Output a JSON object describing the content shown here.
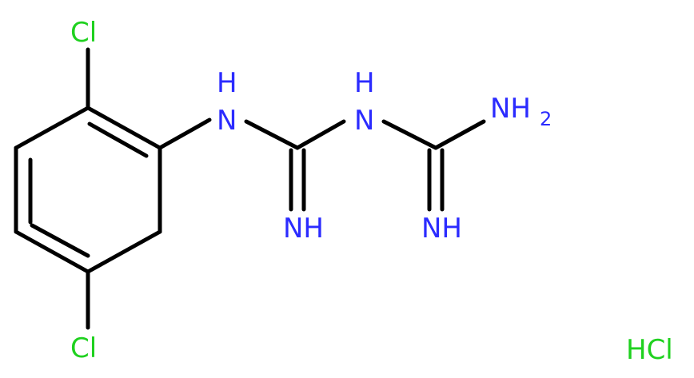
{
  "colors": {
    "bond": "#000000",
    "chlorine": "#1fd11f",
    "nitrogen": "#2b2bff",
    "salt": "#1fd11f"
  },
  "atoms": {
    "cl_top": "Cl",
    "cl_bottom": "Cl",
    "nh_left": "H",
    "nh_left_n": "N",
    "nh_mid": "H",
    "nh_mid_n": "N",
    "nh2_n": "NH",
    "nh2_sub": "2",
    "imine_left": "NH",
    "imine_right": "NH"
  },
  "salt_label": "HCl"
}
